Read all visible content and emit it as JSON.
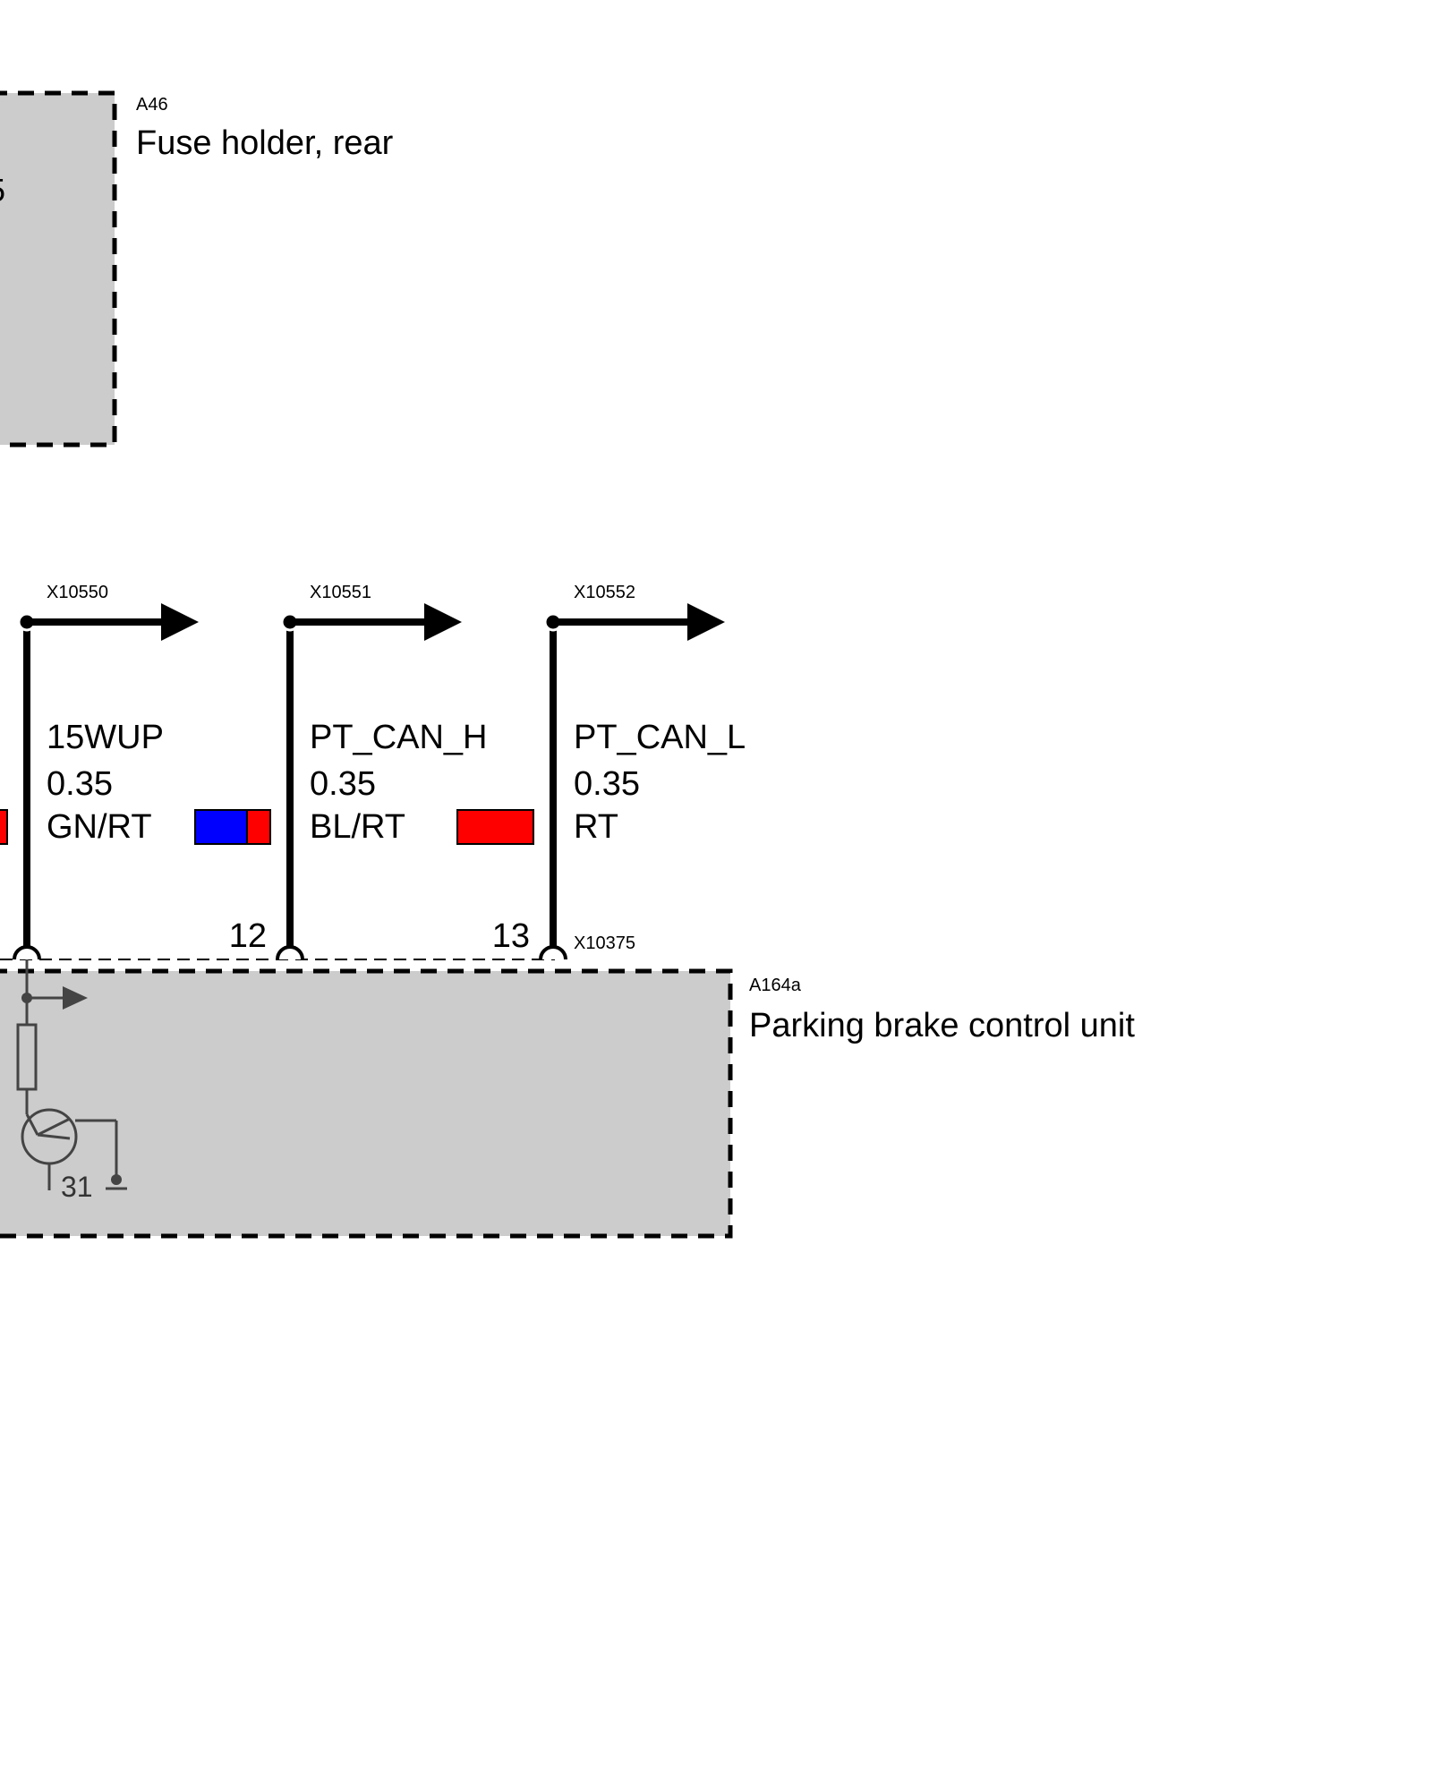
{
  "components": {
    "fuse_holder": {
      "code": "A46",
      "name": "Fuse holder, rear",
      "partial_glyph": "5"
    },
    "parking_brake": {
      "code": "A164a",
      "name": "Parking brake control unit",
      "connector": "X10375",
      "ground_label": "31"
    }
  },
  "wires": [
    {
      "connector": "X10550",
      "signal": "15WUP",
      "gauge": "0.35",
      "color_code": "GN/RT",
      "pin": ""
    },
    {
      "connector": "X10551",
      "signal": "PT_CAN_H",
      "gauge": "0.35",
      "color_code": "BL/RT",
      "pin": "12"
    },
    {
      "connector": "X10552",
      "signal": "PT_CAN_L",
      "gauge": "0.35",
      "color_code": "RT",
      "pin": "13"
    }
  ],
  "swatch_colors": {
    "blue": "#0000ff",
    "red": "#ff0000",
    "component_fill": "#cccccc"
  }
}
